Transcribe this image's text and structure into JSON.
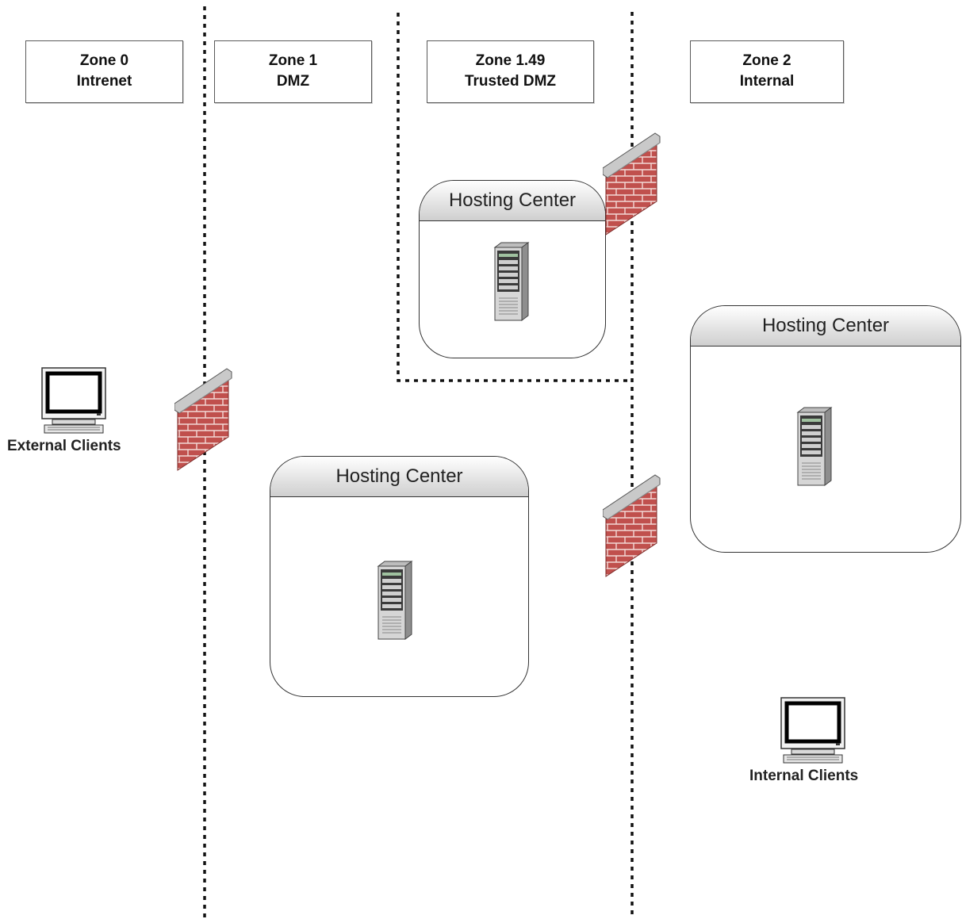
{
  "zones": [
    {
      "id": "zone-0",
      "line1": "Zone 0",
      "line2": "Intrenet"
    },
    {
      "id": "zone-1",
      "line1": "Zone 1",
      "line2": "DMZ"
    },
    {
      "id": "zone-149",
      "line1": "Zone 1.49",
      "line2": "Trusted DMZ"
    },
    {
      "id": "zone-2",
      "line1": "Zone 2",
      "line2": "Internal"
    }
  ],
  "hosting_centers": [
    {
      "title": "Hosting Center"
    },
    {
      "title": "Hosting Center"
    },
    {
      "title": "Hosting Center"
    }
  ],
  "clients": {
    "external": "External Clients",
    "internal": "Internal Clients"
  },
  "colors": {
    "brick": "#c0504d",
    "mortar": "#f3d9d6",
    "wall_cap": "#c9c9c9",
    "boundary": "#111111"
  }
}
